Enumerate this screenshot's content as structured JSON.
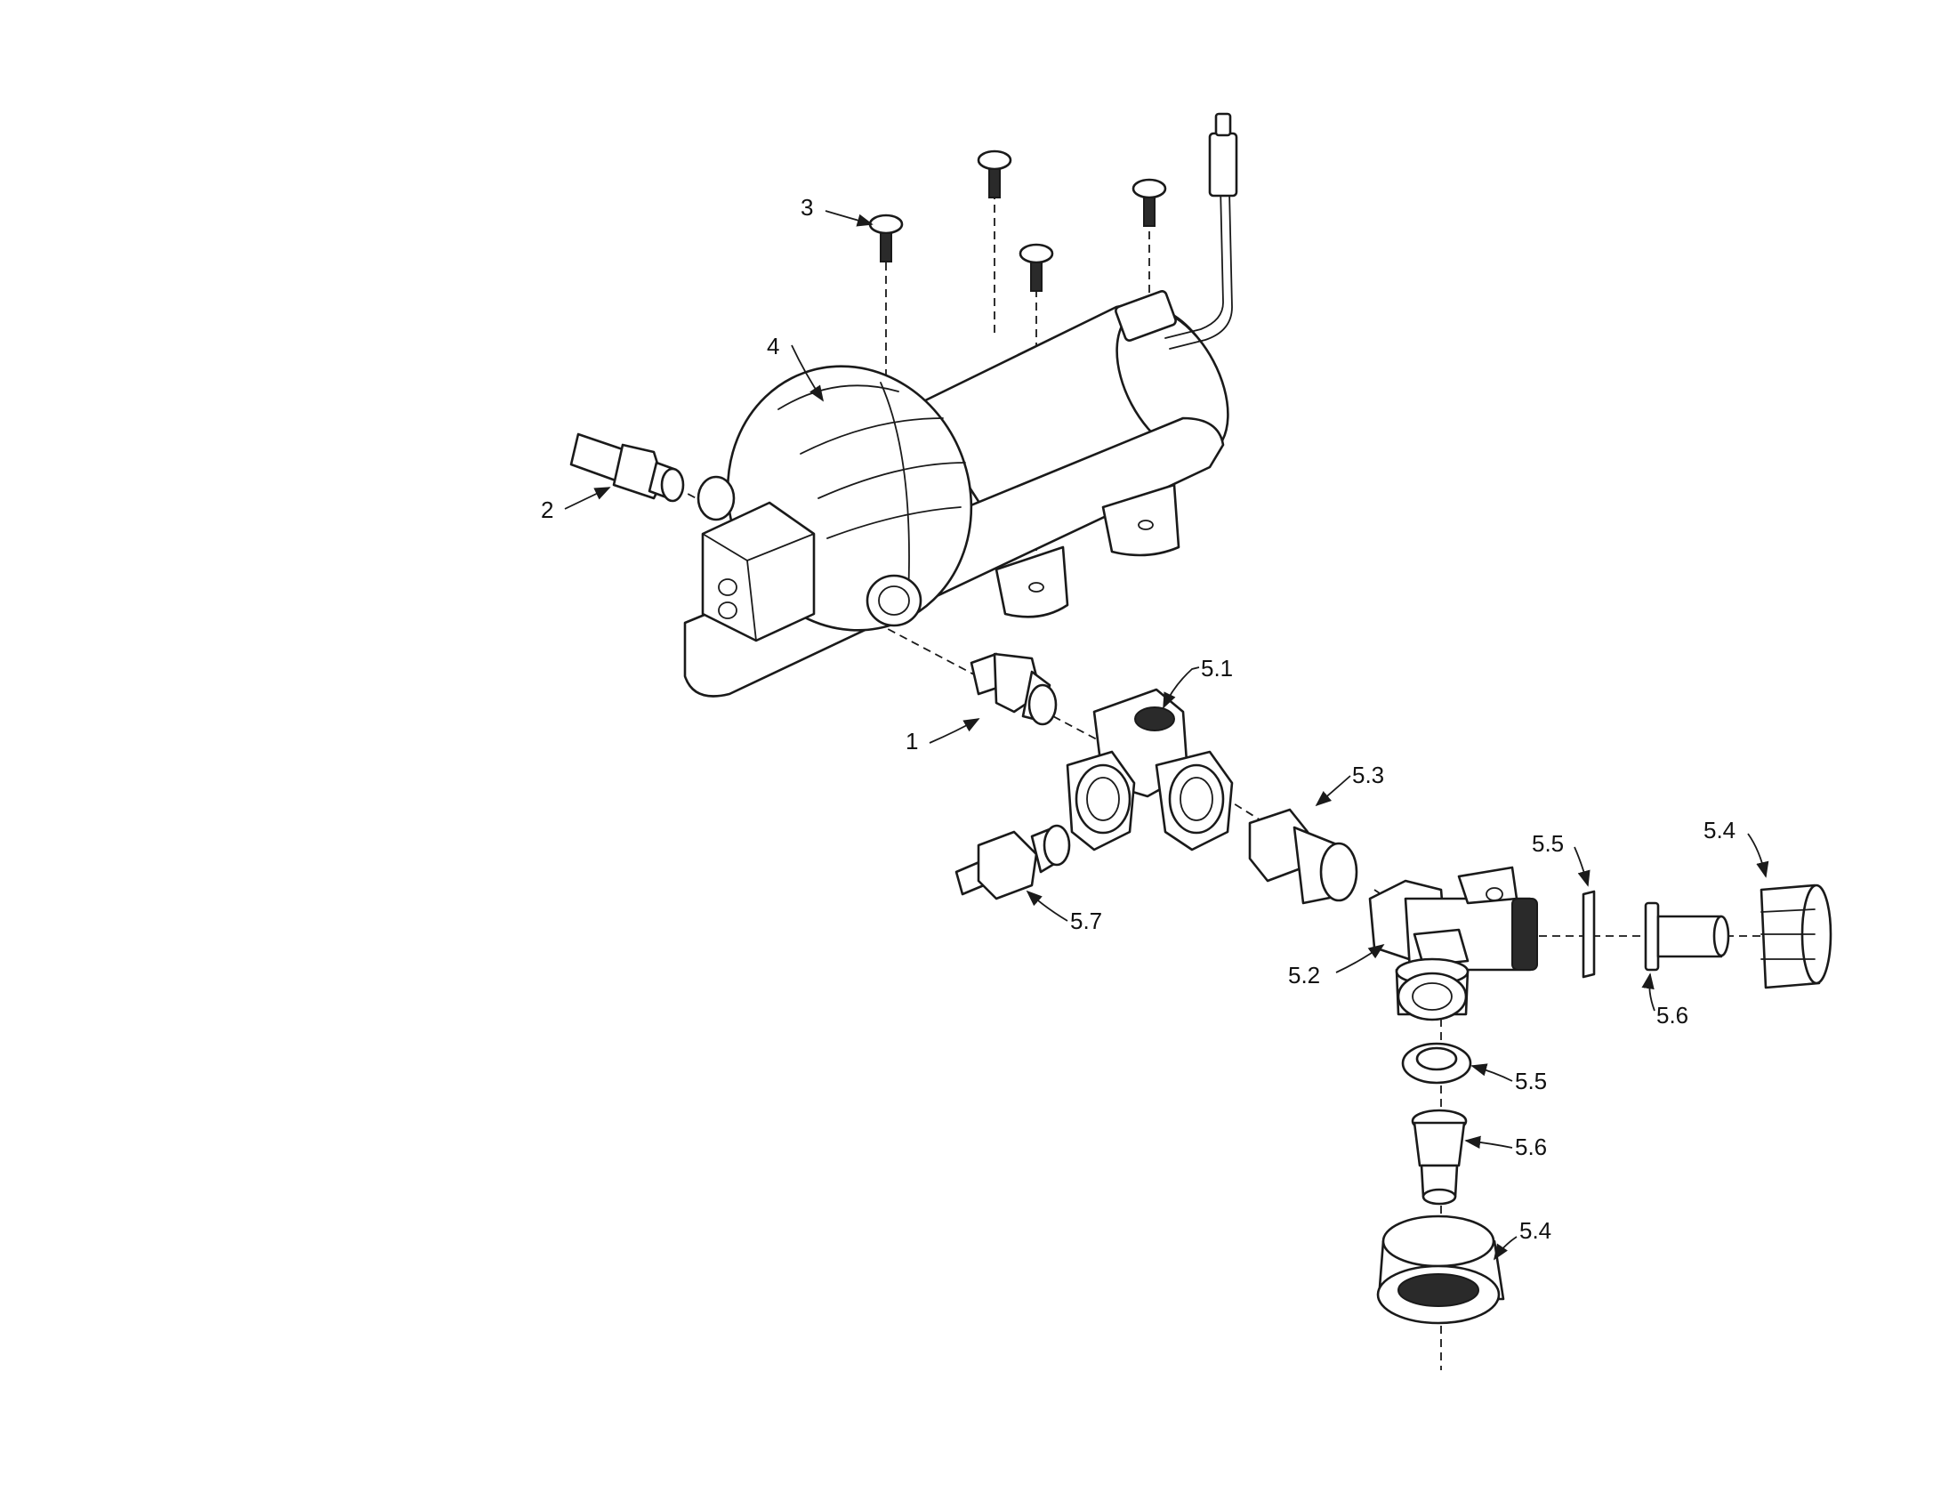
{
  "callouts": {
    "c1": "1",
    "c2": "2",
    "c3": "3",
    "c4": "4",
    "c51": "5.1",
    "c52": "5.2",
    "c53": "5.3",
    "c54a": "5.4",
    "c54b": "5.4",
    "c55a": "5.5",
    "c55b": "5.5",
    "c56a": "5.6",
    "c56b": "5.6",
    "c57": "5.7"
  },
  "colors": {
    "line": "#1a1a1a",
    "background": "#ffffff"
  }
}
